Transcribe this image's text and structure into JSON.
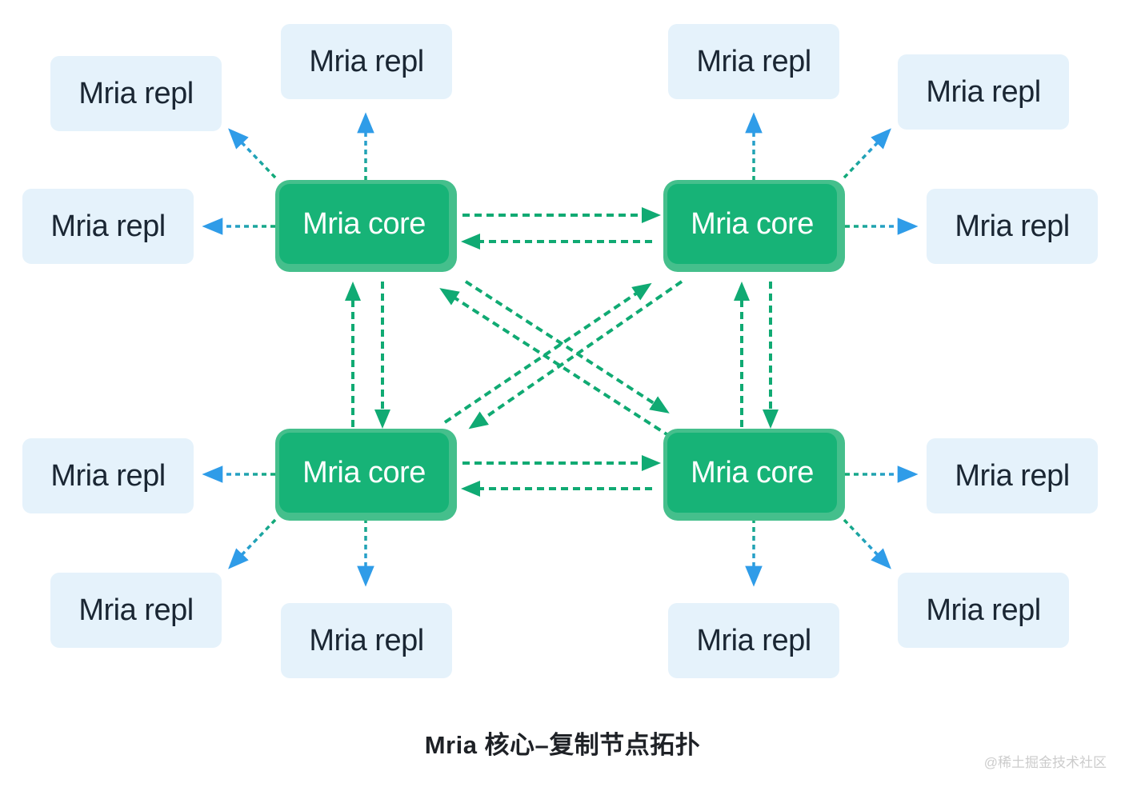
{
  "diagram": {
    "title": "Mria 核心–复制节点拓扑",
    "watermark": "@稀土掘金技术社区",
    "nodes": {
      "core_label": "Mria core",
      "repl_label": "Mria repl",
      "core_count": 4,
      "repl_count": 12
    },
    "colors": {
      "core_fill": "#17B377",
      "core_back": "#45BF8C",
      "repl_fill": "#E5F2FB",
      "repl_text": "#1A2633",
      "arrow_green": "#10AA73",
      "arrow_blue": "#2F9CE8",
      "caption_text": "#1e2126",
      "watermark_text": "#cccccc",
      "background": "#ffffff"
    },
    "topology": {
      "core_to_core": [
        {
          "from": "core-top-left",
          "to": "core-top-right",
          "bidirectional": true
        },
        {
          "from": "core-bottom-left",
          "to": "core-bottom-right",
          "bidirectional": true
        },
        {
          "from": "core-top-left",
          "to": "core-bottom-left",
          "bidirectional": true
        },
        {
          "from": "core-top-right",
          "to": "core-bottom-right",
          "bidirectional": true
        },
        {
          "from": "core-top-left",
          "to": "core-bottom-right",
          "bidirectional": true
        },
        {
          "from": "core-top-right",
          "to": "core-bottom-left",
          "bidirectional": true
        }
      ],
      "core_to_repl": [
        {
          "from": "core-top-left",
          "to": [
            "repl-corner-top-left",
            "repl-top-inner-left",
            "repl-left-upper"
          ]
        },
        {
          "from": "core-top-right",
          "to": [
            "repl-top-inner-right",
            "repl-corner-top-right",
            "repl-right-upper"
          ]
        },
        {
          "from": "core-bottom-left",
          "to": [
            "repl-left-lower",
            "repl-corner-bottom-left",
            "repl-bottom-inner-left"
          ]
        },
        {
          "from": "core-bottom-right",
          "to": [
            "repl-right-lower",
            "repl-corner-bottom-right",
            "repl-bottom-inner-right"
          ]
        }
      ]
    }
  }
}
